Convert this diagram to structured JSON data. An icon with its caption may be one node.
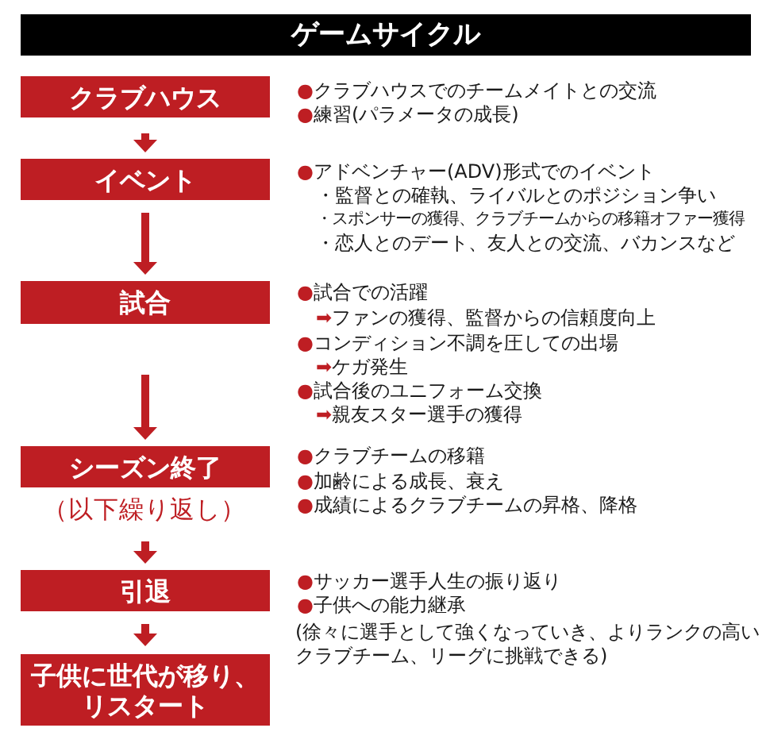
{
  "diagram": {
    "title": "ゲームサイクル",
    "nodes": [
      {
        "text": [
          "クラブハウス"
        ],
        "beside": [
          "●クラブハウスでのチームメイトとの交流",
          "●練習(パラメータの成長)"
        ]
      },
      {
        "text": [
          "イベント"
        ],
        "beside": [
          "●アドベンチャー(ADV)形式でのイベント",
          "・監督との確執、ライバルとのポジション争い",
          "・スポンサーの獲得、クラブチームからの移籍オファー獲得",
          "・恋人とのデート、友人との交流、バカンスなど"
        ]
      },
      {
        "text": [
          "試合"
        ],
        "beside": [
          "●試合での活躍",
          "➡ファンの獲得、監督からの信頼度向上",
          "●コンディション不調を圧しての出場",
          "➡ケガ発生",
          "●試合後のユニフォーム交換",
          "➡親友スター選手の獲得"
        ]
      },
      {
        "text": [
          "シーズン終了"
        ],
        "beside": [
          "（以下繰り返し）",
          "●クラブチームの移籍",
          "●加齢による成長、衰え",
          "●成績によるクラブチームの昇格、降格"
        ]
      },
      {
        "text": [
          "引退"
        ],
        "beside": [
          "●サッカー選手人生の振り返り",
          "●子供への能力継承",
          "(徐々に選手として強くなっていき、よりランクの高いクラブチーム、リーグに挑戦できる)"
        ]
      },
      {
        "text": [
          "子供に世代が移り、リスタート"
        ]
      }
    ],
    "edges": [
      {
        "from": 0,
        "to": 1,
        "arrow": "to"
      },
      {
        "from": 1,
        "to": 2,
        "arrow": "to"
      },
      {
        "from": 2,
        "to": 3,
        "arrow": "to"
      },
      {
        "from": 3,
        "to": 4,
        "arrow": "to"
      },
      {
        "from": 4,
        "to": 5,
        "arrow": "to"
      }
    ]
  }
}
